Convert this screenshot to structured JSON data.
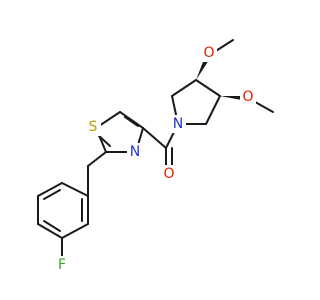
{
  "molecule": {
    "atom_labels": {
      "S": "S",
      "N_thiazole": "N",
      "N_pyrrolidine": "N",
      "O_carbonyl": "O",
      "O_methoxy_upper": "O",
      "O_methoxy_lower": "O",
      "F": "F"
    },
    "colors": {
      "S": "#b8a200",
      "N": "#2233cc",
      "O": "#dd2200",
      "F": "#33aa22",
      "bond": "#1a1a1a"
    }
  }
}
